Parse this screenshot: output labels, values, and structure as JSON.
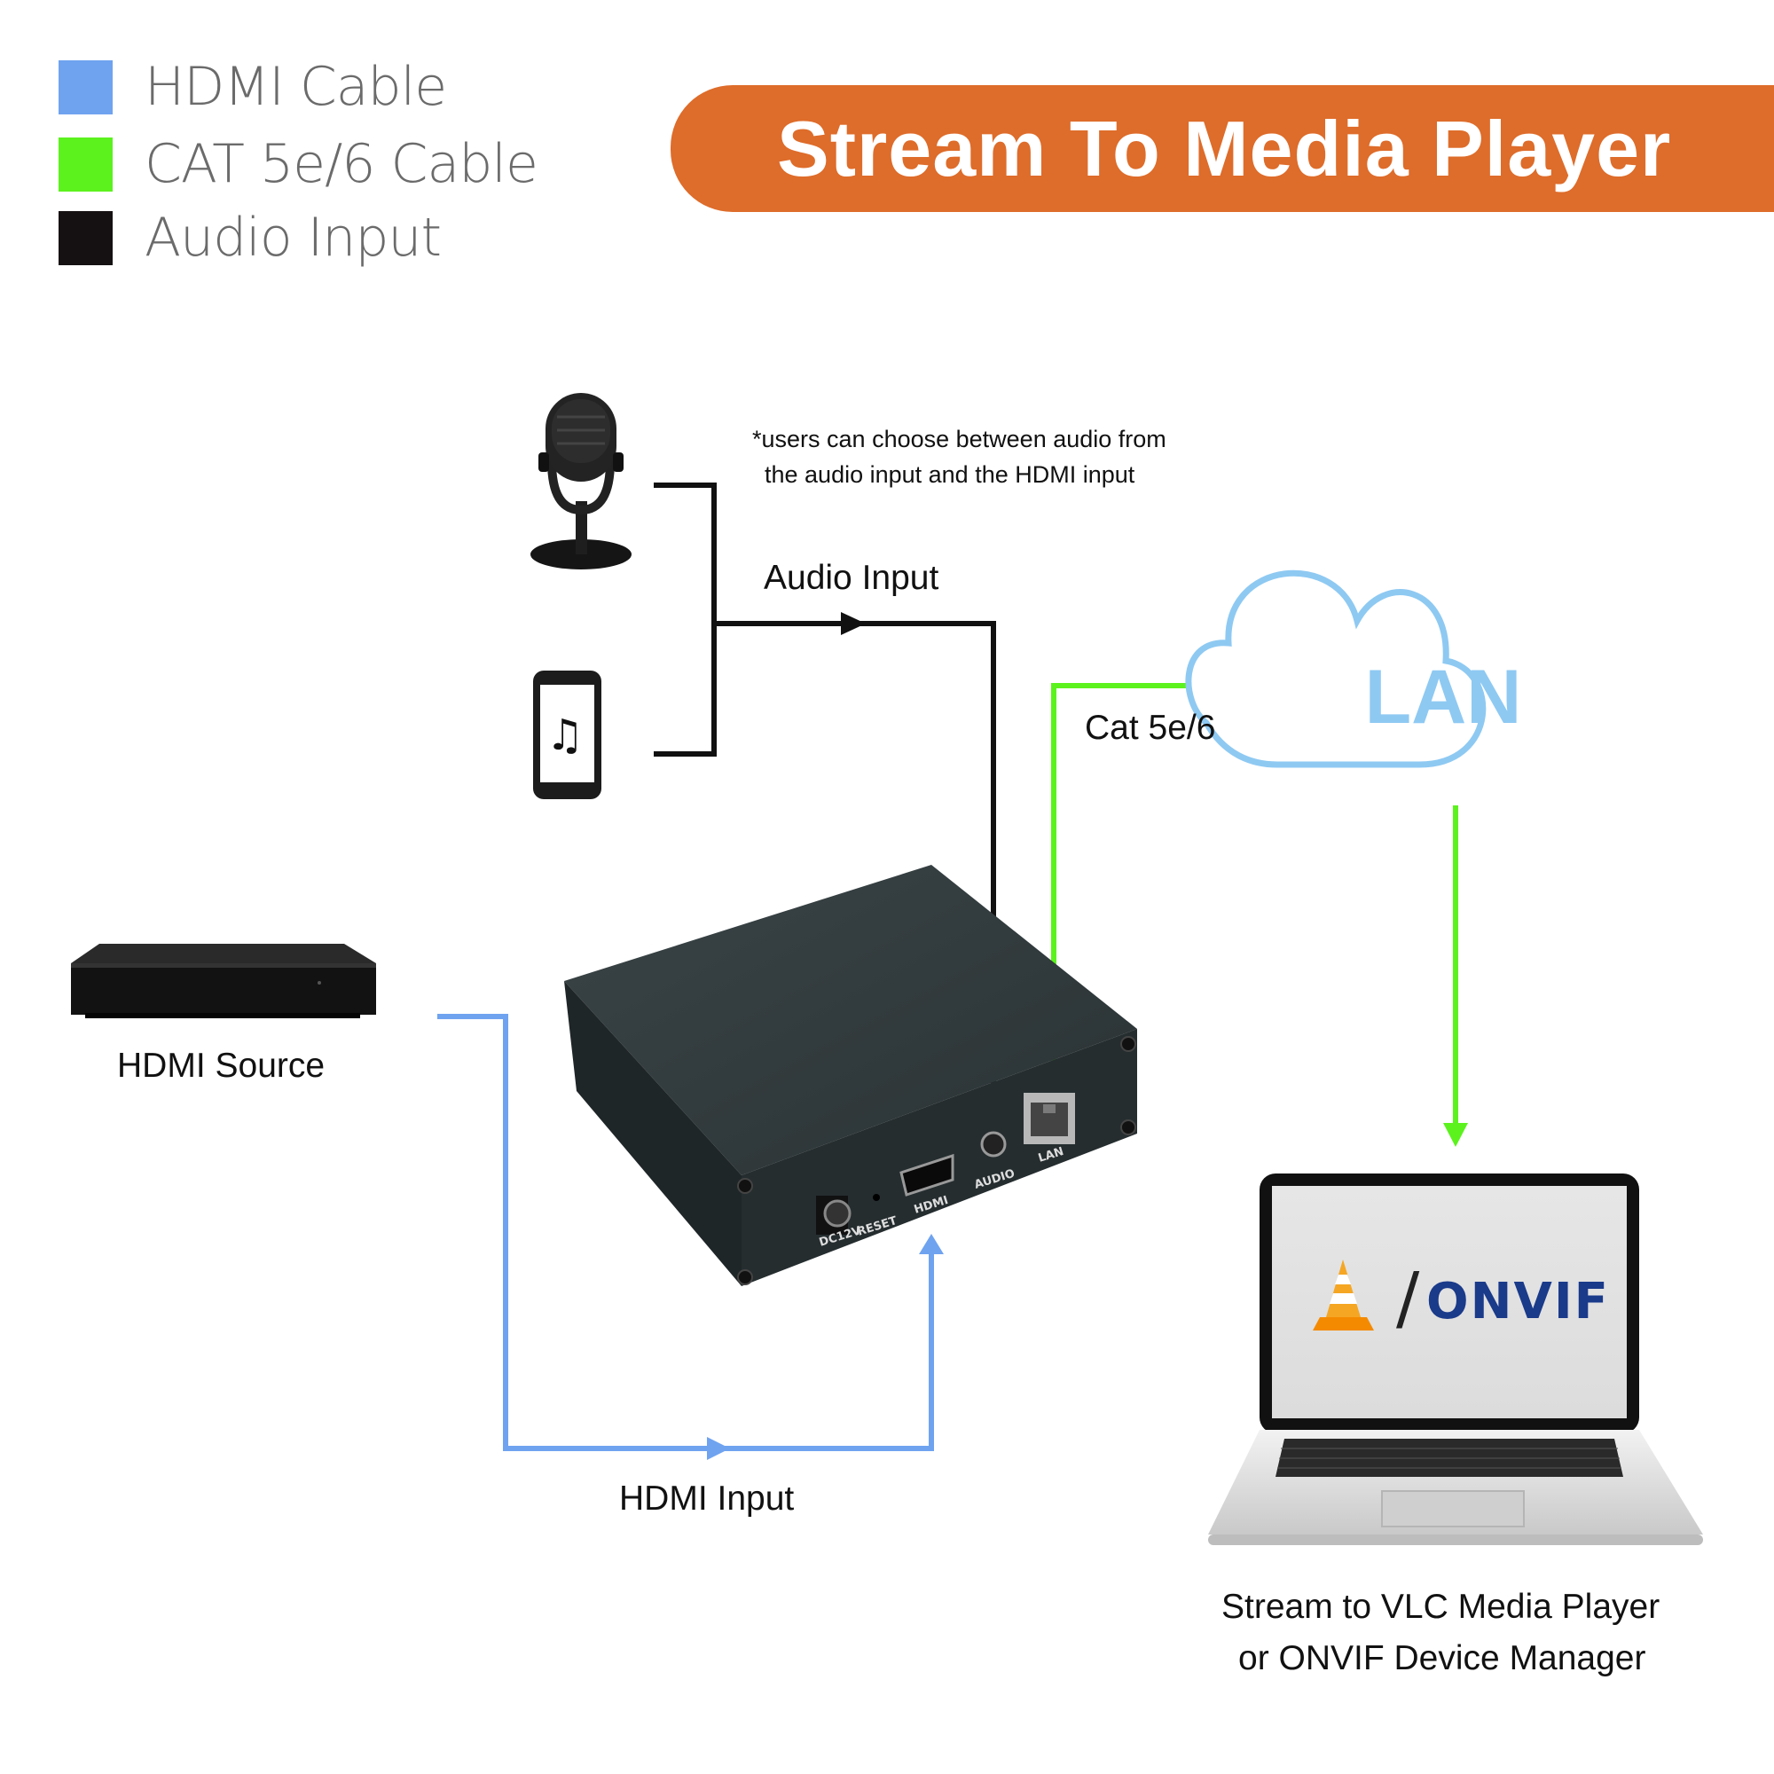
{
  "legend": [
    {
      "label": "HDMI Cable",
      "color": "#6fa3f0"
    },
    {
      "label": "CAT 5e/6 Cable",
      "color": "#5cf21e"
    },
    {
      "label": "Audio Input",
      "color": "#151113"
    }
  ],
  "banner": {
    "title": "Stream To Media Player",
    "color": "#de6c2a"
  },
  "note": {
    "line1": "*users can choose between audio from",
    "line2": "the audio input and the HDMI input"
  },
  "labels": {
    "audio_input": "Audio Input",
    "cat": "Cat 5e/6",
    "hdmi_source": "HDMI Source",
    "hdmi_input": "HDMI Input",
    "stream_line1": "Stream to VLC Media Player",
    "stream_line2": "or ONVIF Device Manager"
  },
  "cloud": {
    "label": "LAN",
    "color": "#8ec9f2"
  },
  "device_ports": {
    "dc": "DC12V",
    "reset": "RESET",
    "hdmi": "HDMI",
    "audio": "AUDIO",
    "lan": "LAN"
  },
  "laptop_screen": {
    "separator": "/",
    "brand": "ONVIF"
  }
}
